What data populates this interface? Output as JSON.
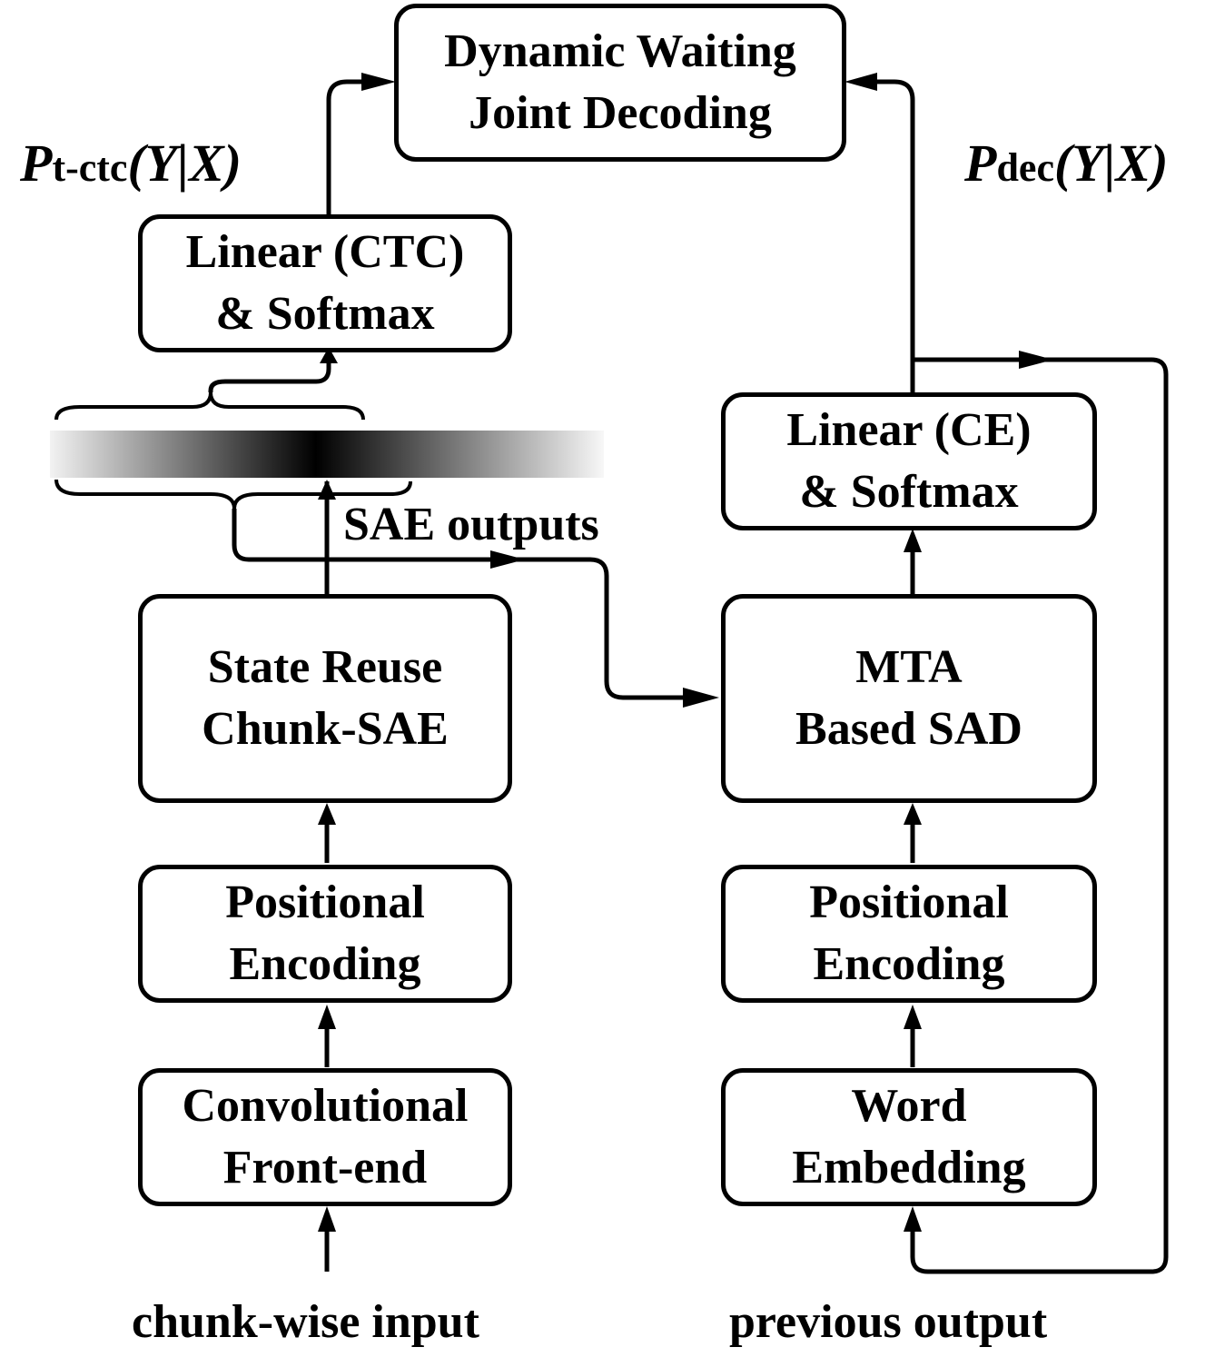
{
  "top_box": {
    "line1": "Dynamic Waiting",
    "line2": "Joint Decoding"
  },
  "ctc_prob": {
    "p": "P",
    "sub": "t-ctc",
    "rest": "(Y|X)"
  },
  "dec_prob": {
    "p": "P",
    "sub": "dec",
    "rest": "(Y|X)"
  },
  "encoder": {
    "linear_ctc": {
      "line1": "Linear  (CTC)",
      "line2": "& Softmax"
    },
    "sae_label": "SAE outputs",
    "chunk_sae": {
      "line1": "State Reuse",
      "line2": "Chunk-SAE"
    },
    "pos_enc": {
      "line1": "Positional",
      "line2": "Encoding"
    },
    "conv_frontend": {
      "line1": "Convolutional",
      "line2": "Front-end"
    },
    "input_label": "chunk-wise input"
  },
  "decoder": {
    "linear_ce": {
      "line1": "Linear (CE)",
      "line2": "& Softmax"
    },
    "mta_sad": {
      "line1": "MTA",
      "line2": "Based SAD"
    },
    "pos_enc": {
      "line1": "Positional",
      "line2": "Encoding"
    },
    "word_emb": {
      "line1": "Word",
      "line2": "Embedding"
    },
    "output_label": "previous output"
  }
}
